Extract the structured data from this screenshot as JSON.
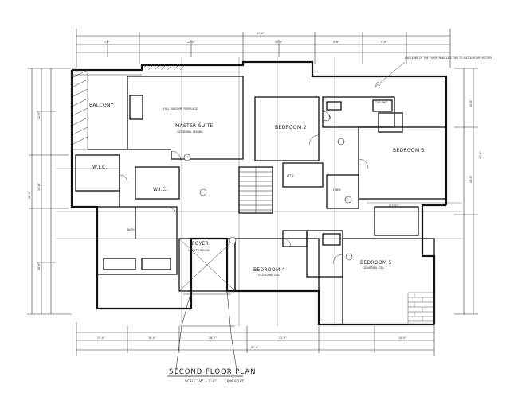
{
  "drawing": {
    "title": "SECOND FLOOR PLAN",
    "scale": "SCALE 1/4\" = 1'-0\"",
    "area": "2049 SQ.FT.",
    "note": "ANGLE WE OF THE FLOOR PLAN LIKE THIS TO MATCH YOUR HISTORY"
  },
  "rooms": {
    "balcony": "BALCONY",
    "master_suite": "MASTER SUITE",
    "wic_1": "W.I.C.",
    "wic_2": "W.I.C.",
    "bedroom_2": "BEDROOM 2",
    "bedroom_3": "BEDROOM 3",
    "bedroom_4": "BEDROOM 4",
    "bedroom_5": "BEDROOM 5",
    "foyer": "FOYER",
    "open_below": "OPEN TO BELOW"
  },
  "dimensions": {
    "top_overall": "81'-6\"",
    "top_seg_1": "5'-6\"",
    "top_seg_2": "22'-0\"",
    "top_seg_3": "20'-6\"",
    "top_seg_4": "9'-6\"",
    "top_seg_5": "8'-6\"",
    "bottom_overall": "81'-6\"",
    "bottom_seg_1": "11'-0\"",
    "bottom_seg_2": "16'-0\"",
    "bottom_seg_3": "18'-0\"",
    "bottom_seg_4": "21'-6\"",
    "bottom_seg_5": "15'-0\"",
    "left_overall": "56'-0\"",
    "left_seg_1": "12'-0\"",
    "left_seg_2": "14'-6\"",
    "left_seg_3": "18'-6\"",
    "right_overall": "57'-6\"",
    "right_seg_1": "10'-0\"",
    "right_seg_2": "16'-0\""
  },
  "notes": {
    "master_ceiling": "CATHEDRAL CEILING",
    "bed4_ceiling": "CATHEDRAL CEIL.",
    "bed5_ceiling": "CATHEDRAL CEIL.",
    "fireplace": "FULL MASONRY FIREPLACE",
    "closet": "CLOSET",
    "linen": "LINEN",
    "attic": "ATTIC",
    "bath": "BATH",
    "tub_unit": "TUB UNIT"
  }
}
